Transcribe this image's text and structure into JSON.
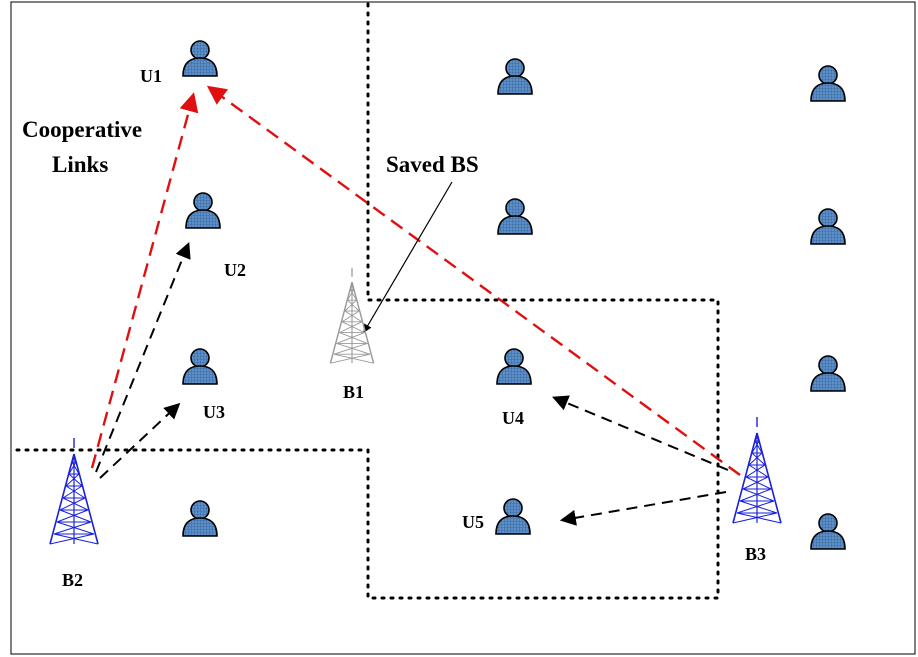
{
  "labels": {
    "cooperative_line1": "Cooperative",
    "cooperative_line2": "Links",
    "saved_bs": "Saved BS"
  },
  "users": [
    {
      "id": "u1",
      "label": "U1"
    },
    {
      "id": "u2",
      "label": "U2"
    },
    {
      "id": "u3",
      "label": "U3"
    },
    {
      "id": "u4",
      "label": "U4"
    },
    {
      "id": "u5",
      "label": "U5"
    },
    {
      "id": "u6",
      "label": ""
    },
    {
      "id": "u7",
      "label": ""
    },
    {
      "id": "u8",
      "label": ""
    },
    {
      "id": "u9",
      "label": ""
    },
    {
      "id": "u10",
      "label": ""
    },
    {
      "id": "u11",
      "label": ""
    },
    {
      "id": "u12",
      "label": ""
    }
  ],
  "base_stations": [
    {
      "id": "b1",
      "label": "B1",
      "state": "saved"
    },
    {
      "id": "b2",
      "label": "B2",
      "state": "active"
    },
    {
      "id": "b3",
      "label": "B3",
      "state": "active"
    }
  ],
  "colors": {
    "active_tower": "#1a22d8",
    "saved_tower": "#9a9a9a",
    "user_fill": "#5b8fc9",
    "user_grid": "#2a4f7d",
    "cooperative_link": "#e01010",
    "data_link": "#000000",
    "boundary": "#000000"
  }
}
